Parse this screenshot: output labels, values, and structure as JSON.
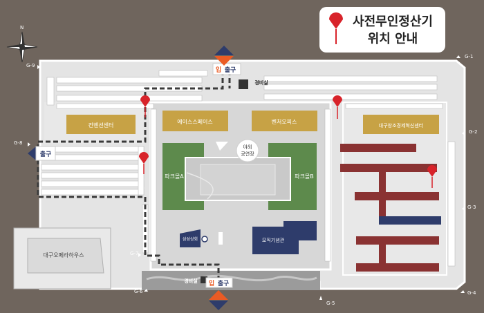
{
  "legend": {
    "title_line1": "사전무인정산기",
    "title_line2": "위치 안내"
  },
  "compass": {
    "north": "N"
  },
  "gates": {
    "g1": "G-1",
    "g2": "G-2",
    "g3": "G-3",
    "g4": "G-4",
    "g5": "G-5",
    "g6": "G-6",
    "g7": "G-7",
    "g8": "G-8",
    "g9": "G-9"
  },
  "buildings": {
    "convention": "컨벤션센터",
    "acespace": "에이스스페이스",
    "venture": "벤처오피스",
    "innovation": "대구창조경제혁신센터",
    "park_a": "파크몰A",
    "park_b": "파크몰B",
    "samsung": "삼성상회",
    "memorial": "모직기념관",
    "opera": "대구오페라하우스",
    "outdoor_line1": "야외",
    "outdoor_line2": "공연장"
  },
  "security": {
    "top": "경비실",
    "bottom": "경비실"
  },
  "entrances": {
    "top": {
      "entry": "입",
      "exit": "출구"
    },
    "bottom": {
      "entry": "입",
      "exit": "출구"
    },
    "left_exit": "출구"
  },
  "colors": {
    "background": "#6f655d",
    "site": "#e9e9e9",
    "building_gold": "#c7a245",
    "park_green": "#5d8a4c",
    "dorm_red": "#8a3232",
    "navy": "#2e3c6b",
    "pin_red": "#d8232a",
    "entry_orange": "#ea5b24"
  }
}
